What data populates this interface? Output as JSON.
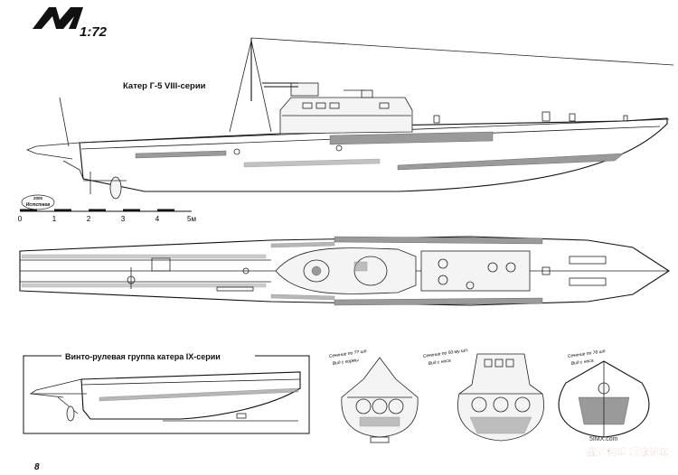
{
  "header": {
    "logo_letter": "M",
    "scale": "1:72"
  },
  "titles": {
    "main": "Катер Г-5 VIII-серии",
    "inset": "Винто-рулевая группа катера IX-серии"
  },
  "scale_bar": {
    "ticks": [
      "0",
      "1",
      "2",
      "3",
      "4",
      "5м"
    ],
    "stamp_year": "2000",
    "stamp_text": "Истстаев"
  },
  "sections": [
    {
      "label_line1": "Сечение по ?? шп.",
      "label_line2": "Вид с кормы"
    },
    {
      "label_line1": "Сечение по 50-му шп.",
      "label_line2": "Вид с носа"
    },
    {
      "label_line1": "Сечение по 76 шп.",
      "label_line2": "Вид с носа"
    }
  ],
  "footer": {
    "page_number": "8",
    "watermark_cn": "我爱模型 玩家论坛",
    "watermark_url": "5IMX.com"
  }
}
